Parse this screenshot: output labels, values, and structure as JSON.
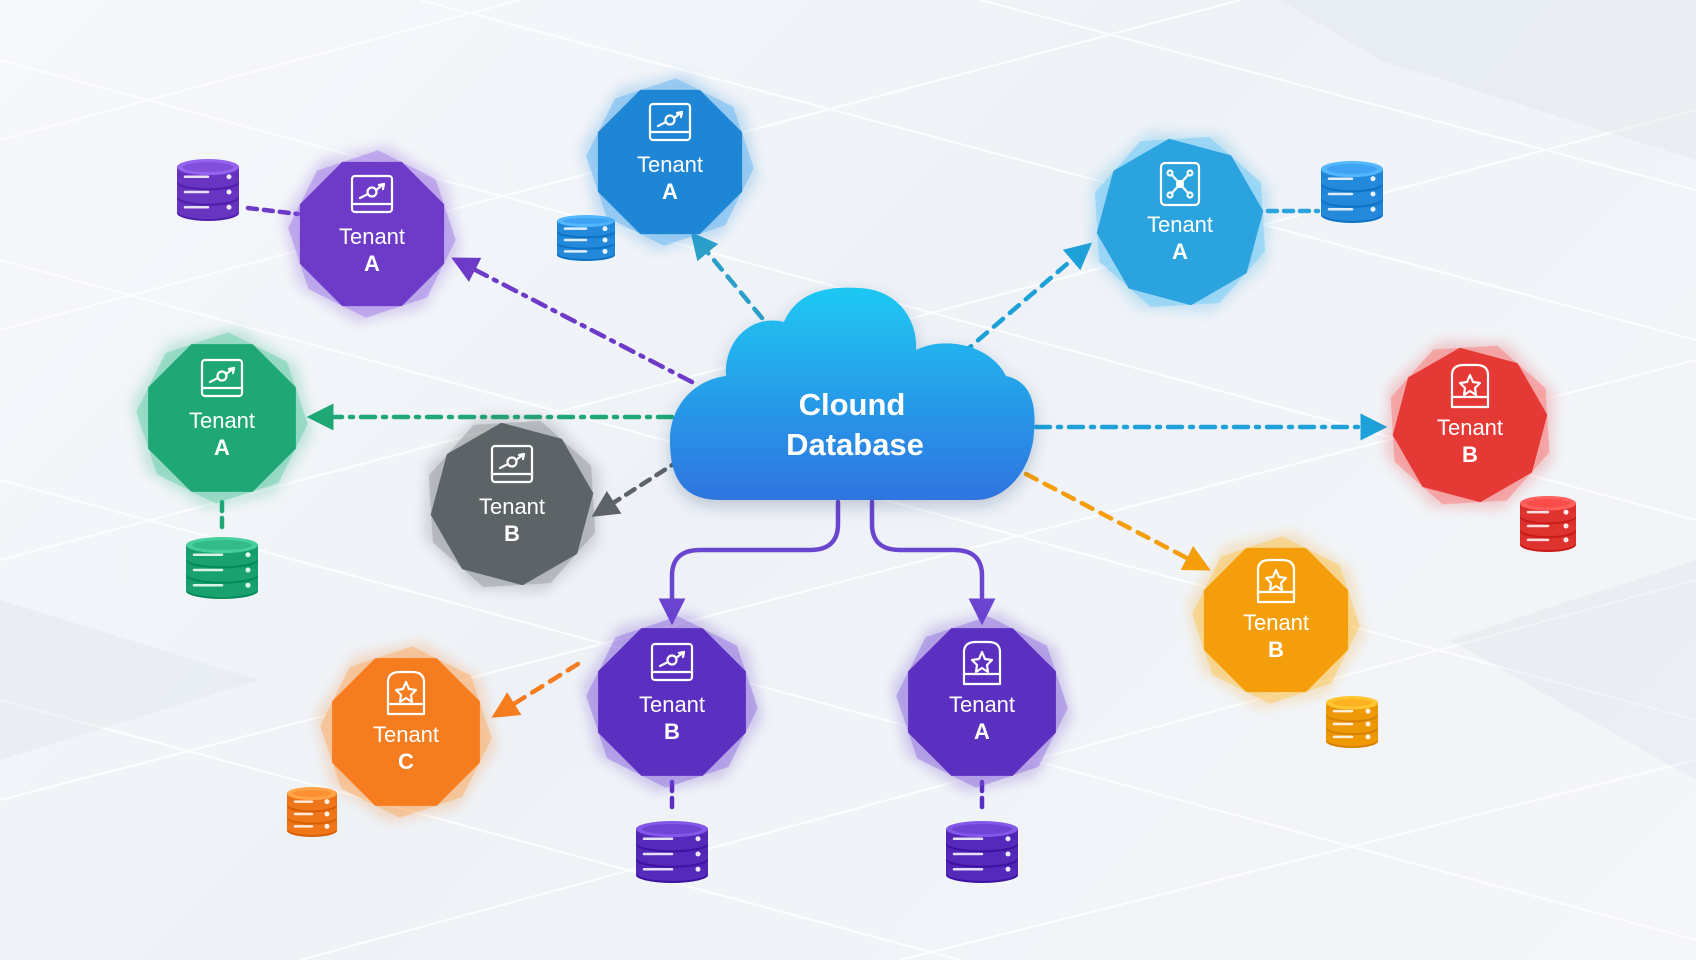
{
  "hub": {
    "line1": "Clound",
    "line2": "Database",
    "colors": {
      "top": "#1ec8f2",
      "bottom": "#2f74e0"
    }
  },
  "tenants": [
    {
      "id": "t1",
      "line1": "Tenant",
      "line2": "A",
      "color": "#6d3bc8",
      "icon": "chip-icon"
    },
    {
      "id": "t2",
      "line1": "Tenant",
      "line2": "A",
      "color": "#1f86d6",
      "icon": "chip-icon"
    },
    {
      "id": "t3",
      "line1": "Tenant",
      "line2": "A",
      "color": "#2aa3de",
      "icon": "network-icon"
    },
    {
      "id": "t4",
      "line1": "Tenant",
      "line2": "A",
      "color": "#1fa876",
      "icon": "chip-icon"
    },
    {
      "id": "t5",
      "line1": "Tenant",
      "line2": "B",
      "color": "#5d6468",
      "icon": "chip-icon"
    },
    {
      "id": "t6",
      "line1": "Tenant",
      "line2": "B",
      "color": "#e53935",
      "icon": "star-icon"
    },
    {
      "id": "t7",
      "line1": "Tenant",
      "line2": "B",
      "color": "#f59e0b",
      "icon": "star-icon"
    },
    {
      "id": "t8",
      "line1": "Tenant",
      "line2": "C",
      "color": "#f57c1f",
      "icon": "star-icon"
    },
    {
      "id": "t9",
      "line1": "Tenant",
      "line2": "B",
      "color": "#5b2fbf",
      "icon": "chip-icon"
    },
    {
      "id": "t10",
      "line1": "Tenant",
      "line2": "A",
      "color": "#5b2fbf",
      "icon": "star-icon"
    }
  ]
}
